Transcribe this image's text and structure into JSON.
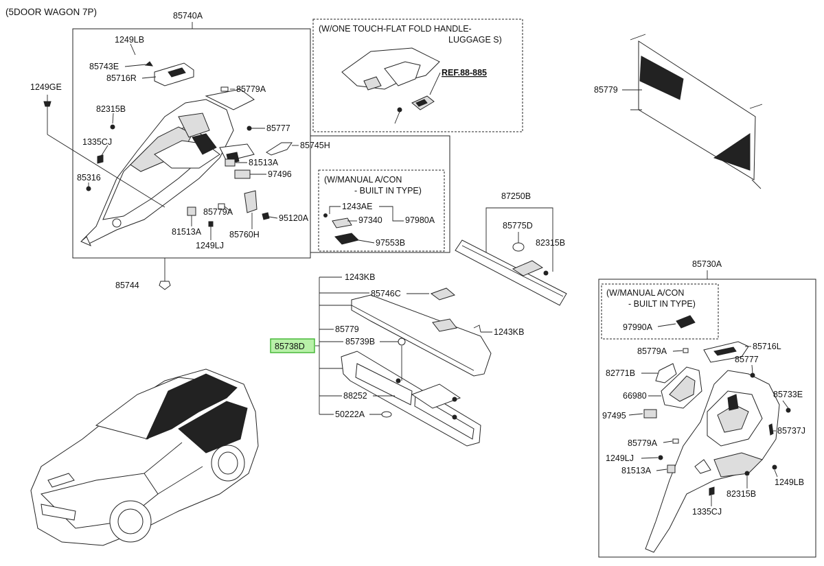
{
  "diagram": {
    "title": "(5DOOR WAGON 7P)",
    "notes": {
      "one_touch_line1": "(W/ONE TOUCH-FLAT FOLD HANDLE-",
      "one_touch_line2": "LUGGAGE S)",
      "ref": "REF.88-885",
      "manual_aircon_line1": "(W/MANUAL A/CON",
      "manual_aircon_line2": "- BUILT IN TYPE)",
      "manual_aircon_right_line1": "(W/MANUAL A/CON",
      "manual_aircon_right_line2": "- BUILT IN TYPE)"
    },
    "labels": {
      "p85740A": "85740A",
      "p1249LB_a": "1249LB",
      "p85743E": "85743E",
      "p85716R": "85716R",
      "p1249GE": "1249GE",
      "p82315B_a": "82315B",
      "p1335CJ_a": "1335CJ",
      "p85316": "85316",
      "p85779A_a": "85779A",
      "p85777_a": "85777",
      "p85745H": "85745H",
      "p81513A_a": "81513A",
      "p97496": "97496",
      "p85779A_b": "85779A",
      "p95120A": "95120A",
      "p81513A_b": "81513A",
      "p85760H": "85760H",
      "p1249LJ_a": "1249LJ",
      "p85744": "85744",
      "p1243AE": "1243AE",
      "p97340": "97340",
      "p97980A": "97980A",
      "p97553B": "97553B",
      "p85779_net": "85779",
      "p87250B": "87250B",
      "p85775D": "85775D",
      "p82315B_b": "82315B",
      "p1243KB_a": "1243KB",
      "p85746C": "85746C",
      "p85779_b": "85779",
      "p1243KB_b": "1243KB",
      "p85738D": "85738D",
      "p85739B": "85739B",
      "p88252": "88252",
      "p50222A": "50222A",
      "p85730A": "85730A",
      "p97990A": "97990A",
      "p85716L": "85716L",
      "p85779A_c": "85779A",
      "p85777_b": "85777",
      "p82771B": "82771B",
      "p66980": "66980",
      "p85733E": "85733E",
      "p97495": "97495",
      "p85737J": "85737J",
      "p85779A_d": "85779A",
      "p1249LJ_b": "1249LJ",
      "p81513A_c": "81513A",
      "p1249LB_b": "1249LB",
      "p82315B_c": "82315B",
      "p1335CJ_b": "1335CJ"
    },
    "colors": {
      "highlight_fill": "#b8f0a8",
      "highlight_stroke": "#49b83a"
    }
  }
}
